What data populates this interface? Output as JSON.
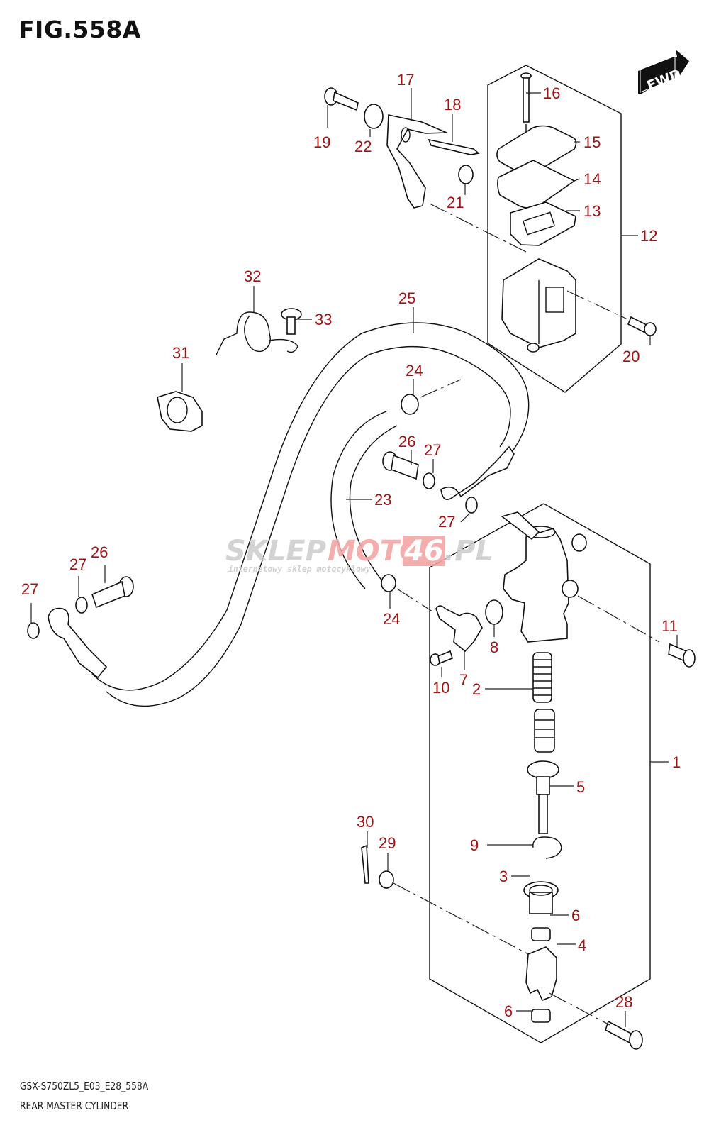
{
  "figure": {
    "title": "FIG.558A",
    "model_code": "GSX-S750ZL5_E03_E28_558A",
    "name": "REAR MASTER CYLINDER",
    "label_color": "#a01414",
    "line_color": "#111111"
  },
  "badge": {
    "text": "FWD",
    "icon": "forward-arrow-icon"
  },
  "watermark": {
    "part1": "SKLEP",
    "part2": "MOTO",
    "part3": "46",
    "part4": ".PL",
    "tagline": "internetowy sklep motocyklowy",
    "gray_color": "#c8c8c8",
    "red_color": "#f2a0a0"
  },
  "callouts": [
    {
      "id": "1",
      "part": "master-cylinder-assembly"
    },
    {
      "id": "2",
      "part": "piston-spring-kit"
    },
    {
      "id": "3",
      "part": "boot"
    },
    {
      "id": "4",
      "part": "clevis"
    },
    {
      "id": "5",
      "part": "push-rod"
    },
    {
      "id": "6a",
      "text": "6",
      "part": "nut-upper"
    },
    {
      "id": "6b",
      "text": "6",
      "part": "nut-lower"
    },
    {
      "id": "7",
      "part": "hose-connector"
    },
    {
      "id": "8",
      "part": "o-ring"
    },
    {
      "id": "9",
      "part": "circlip"
    },
    {
      "id": "10",
      "part": "connector-bolt"
    },
    {
      "id": "11",
      "part": "mounting-bolt"
    },
    {
      "id": "12",
      "part": "reservoir-assembly"
    },
    {
      "id": "13",
      "part": "diaphragm-plate"
    },
    {
      "id": "14",
      "part": "diaphragm"
    },
    {
      "id": "15",
      "part": "reservoir-cap"
    },
    {
      "id": "16",
      "part": "cap-screw"
    },
    {
      "id": "17",
      "part": "reservoir-bracket"
    },
    {
      "id": "18",
      "part": "bracket-cover"
    },
    {
      "id": "19",
      "part": "bracket-bolt"
    },
    {
      "id": "20",
      "part": "reservoir-bolt"
    },
    {
      "id": "21",
      "part": "cushion"
    },
    {
      "id": "22",
      "part": "grommet"
    },
    {
      "id": "23",
      "part": "reservoir-hose"
    },
    {
      "id": "24a",
      "text": "24",
      "part": "hose-clamp-upper"
    },
    {
      "id": "24b",
      "text": "24",
      "part": "hose-clamp-lower"
    },
    {
      "id": "25",
      "part": "brake-hose"
    },
    {
      "id": "26a",
      "text": "26",
      "part": "union-bolt-upper"
    },
    {
      "id": "26b",
      "text": "26",
      "part": "union-bolt-lower"
    },
    {
      "id": "27a",
      "text": "27",
      "part": "gasket-1"
    },
    {
      "id": "27b",
      "text": "27",
      "part": "gasket-2"
    },
    {
      "id": "27c",
      "text": "27",
      "part": "gasket-3"
    },
    {
      "id": "27d",
      "text": "27",
      "part": "gasket-4"
    },
    {
      "id": "28",
      "part": "clevis-pin"
    },
    {
      "id": "29",
      "part": "washer"
    },
    {
      "id": "30",
      "part": "cotter-pin"
    },
    {
      "id": "31",
      "part": "hose-clamp"
    },
    {
      "id": "32",
      "part": "hose-guide-spring"
    },
    {
      "id": "33",
      "part": "screw"
    }
  ],
  "labels": {
    "1": "1",
    "2": "2",
    "3": "3",
    "4": "4",
    "5": "5",
    "6a": "6",
    "6b": "6",
    "7": "7",
    "8": "8",
    "9": "9",
    "10": "10",
    "11": "11",
    "12": "12",
    "13": "13",
    "14": "14",
    "15": "15",
    "16": "16",
    "17": "17",
    "18": "18",
    "19": "19",
    "20": "20",
    "21": "21",
    "22": "22",
    "23": "23",
    "24a": "24",
    "24b": "24",
    "25": "25",
    "26a": "26",
    "26b": "26",
    "27a": "27",
    "27b": "27",
    "27c": "27",
    "27d": "27",
    "28": "28",
    "29": "29",
    "30": "30",
    "31": "31",
    "32": "32",
    "33": "33"
  }
}
